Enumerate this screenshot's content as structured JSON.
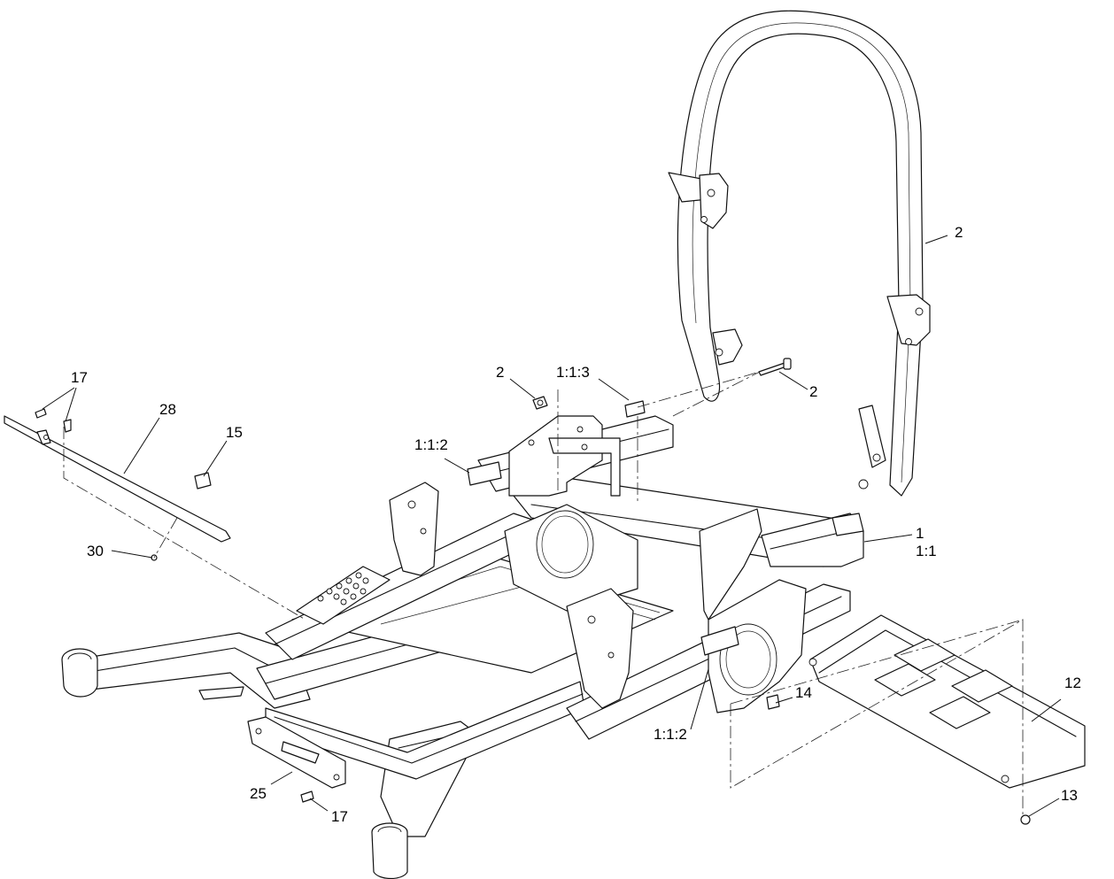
{
  "callouts": [
    {
      "id": "c-17-top",
      "text": "17"
    },
    {
      "id": "c-28",
      "text": "28"
    },
    {
      "id": "c-15",
      "text": "15"
    },
    {
      "id": "c-30",
      "text": "30"
    },
    {
      "id": "c-2-nut",
      "text": "2"
    },
    {
      "id": "c-1-1-3",
      "text": "1:1:3"
    },
    {
      "id": "c-1-1-2-left",
      "text": "1:1:2"
    },
    {
      "id": "c-2-rops",
      "text": "2"
    },
    {
      "id": "c-2-bolt",
      "text": "2"
    },
    {
      "id": "c-1",
      "text": "1"
    },
    {
      "id": "c-1-1",
      "text": "1:1"
    },
    {
      "id": "c-14",
      "text": "14"
    },
    {
      "id": "c-1-1-2-right",
      "text": "1:1:2"
    },
    {
      "id": "c-12",
      "text": "12"
    },
    {
      "id": "c-13",
      "text": "13"
    },
    {
      "id": "c-25",
      "text": "25"
    },
    {
      "id": "c-17-bottom",
      "text": "17"
    }
  ]
}
